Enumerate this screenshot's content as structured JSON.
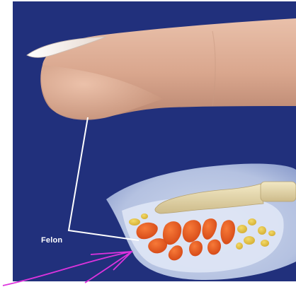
{
  "illustration": {
    "callout_label": "Felon",
    "colors": {
      "background": "#21307c",
      "skin": "#dba98f",
      "nail": "#f3ece6",
      "bone": "#e4d6ab",
      "fat_lobule": "#e4c44a",
      "abscess": "#e2551c",
      "leader_line": "#ffffff",
      "annotation_arrow": "#dd33dd"
    },
    "icons": [
      "fingertip-illustration",
      "cross-section-illustration",
      "annotation-arrow"
    ]
  }
}
